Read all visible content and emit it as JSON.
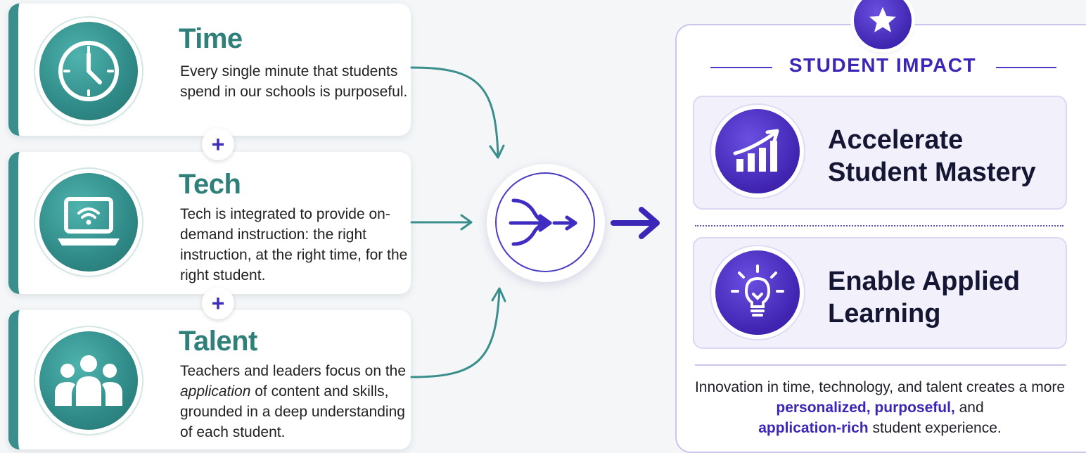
{
  "pillars": [
    {
      "title": "Time",
      "icon": "clock-icon",
      "desc": "Every single minute that students spend in our schools is purposeful."
    },
    {
      "title": "Tech",
      "icon": "laptop-wifi-icon",
      "desc": "Tech is integrated to provide on-demand instruction: the right instruction, at the right time, for the right student."
    },
    {
      "title": "Talent",
      "icon": "people-group-icon",
      "desc_before": "Teachers and leaders focus on the ",
      "desc_em": "application",
      "desc_after": " of content and skills, grounded in a deep understanding of each student."
    }
  ],
  "connector_symbol": "+",
  "impact": {
    "heading": "STUDENT IMPACT",
    "badge_icon": "star-icon",
    "outcomes": [
      {
        "label": "Accelerate Student Mastery",
        "icon": "growth-chart-icon"
      },
      {
        "label": "Enable Applied Learning",
        "icon": "lightbulb-icon"
      }
    ],
    "summary": {
      "text1": "Innovation in time, technology, and talent creates a more ",
      "highlight1": "personalized, purposeful,",
      "text2": " and ",
      "highlight2": "application-rich",
      "text3": " student experience."
    }
  },
  "colors": {
    "teal": "#3a8f8c",
    "purple": "#3a27b8",
    "lavender": "#f2f0fb"
  }
}
